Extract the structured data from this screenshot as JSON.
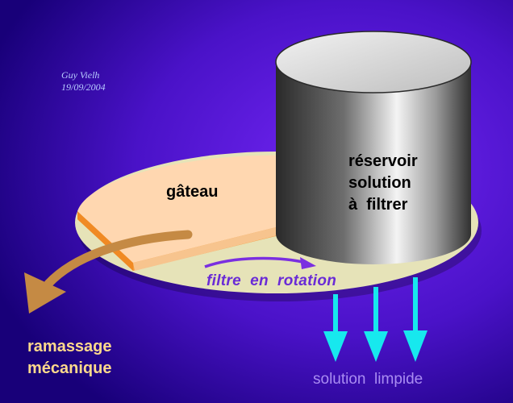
{
  "author": {
    "name": "Guy Vielh",
    "date": "19/09/2004"
  },
  "labels": {
    "cake": "gâteau",
    "reservoir": [
      "réservoir",
      "solution",
      "à  filtrer"
    ],
    "rotating_filter": "filtre  en  rotation",
    "collection": [
      "ramassage",
      "mécanique"
    ],
    "filtrate": "solution  limpide"
  },
  "colors": {
    "background_dark": "#140072",
    "background_light": "#6a20f0",
    "filter_disc": "#e6e3b8",
    "cake": "#ffd7b0",
    "cake_edge": "#f59a3a",
    "collection_arrow": "#c58a44",
    "filtrate_arrows": "#17e8ee",
    "rotation_arrow": "#7a2fe0"
  }
}
